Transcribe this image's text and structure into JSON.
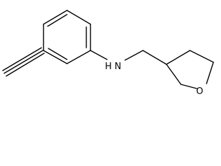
{
  "molecule": {
    "atoms": {
      "nitrogen": {
        "label": "H N"
      },
      "oxygen": {
        "label": "O"
      }
    },
    "groups": [
      "benzene-ring",
      "ethynyl-group",
      "methylene-linker",
      "tetrahydrofuran-ring"
    ],
    "colors": {
      "bond": "#000000",
      "background": "#ffffff"
    }
  }
}
